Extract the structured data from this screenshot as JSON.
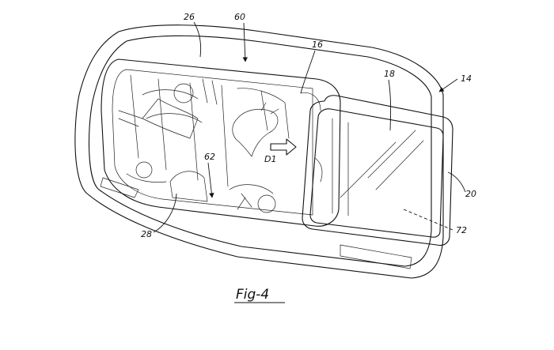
{
  "labels": {
    "l26": "26",
    "l60": "60",
    "l16": "16",
    "l18": "18",
    "l14": "14",
    "l62": "62",
    "ld1": "D1",
    "l20": "20",
    "l28": "28",
    "l72": "72"
  },
  "figure_label": "Fig-4"
}
